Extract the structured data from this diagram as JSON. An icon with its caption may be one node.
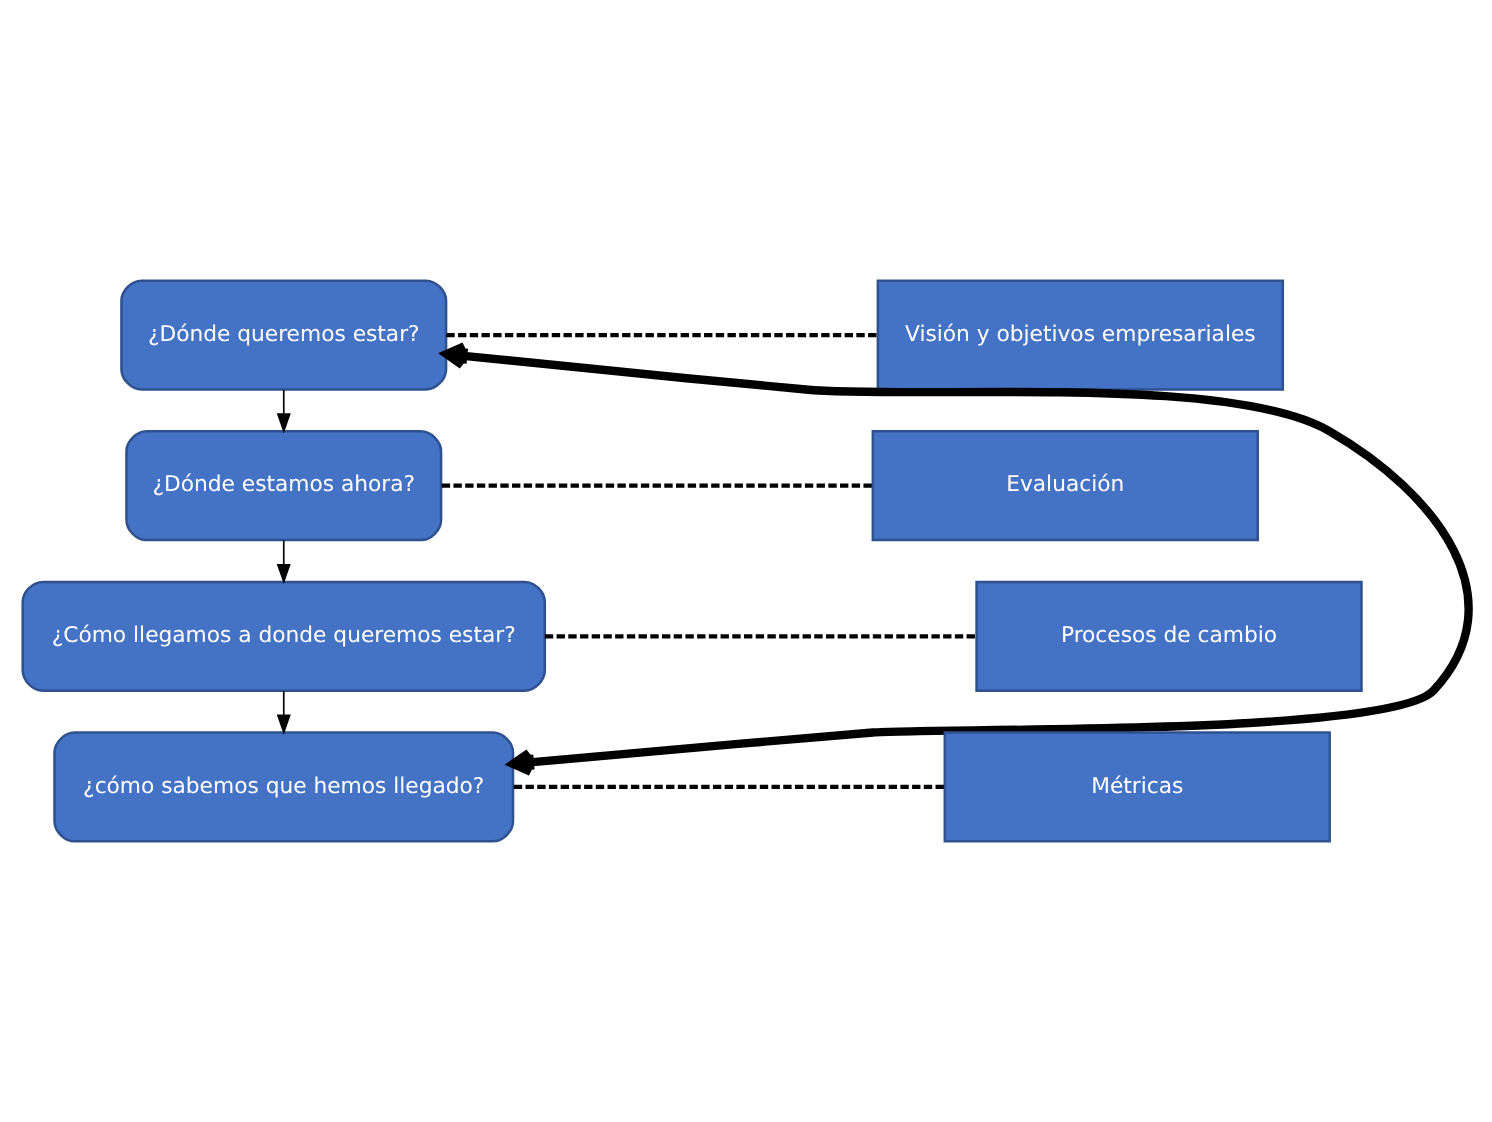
{
  "diagram": {
    "nodes": [
      {
        "text": [
          "¿Dónde queremos estar?"
        ]
      },
      {
        "text": [
          "¿Dónde estamos ahora?"
        ]
      },
      {
        "text": [
          "¿Cómo llegamos a donde queremos estar?"
        ]
      },
      {
        "text": [
          "¿cómo sabemos que hemos llegado?"
        ]
      },
      {
        "text": [
          "Visión y objetivos empresariales"
        ]
      },
      {
        "text": [
          "Evaluación"
        ]
      },
      {
        "text": [
          "Procesos de cambio"
        ]
      },
      {
        "text": [
          "Métricas"
        ]
      }
    ],
    "edges": [
      {
        "from": 0,
        "to": 1,
        "arrow": "to"
      },
      {
        "from": 1,
        "to": 2,
        "arrow": "to"
      },
      {
        "from": 2,
        "to": 3,
        "arrow": "to"
      },
      {
        "from": 3,
        "to": 0,
        "arrow": "both",
        "style": "thick"
      },
      {
        "from": 0,
        "to": 4,
        "arrow": "none",
        "style": "dashed"
      },
      {
        "from": 1,
        "to": 5,
        "arrow": "none",
        "style": "dashed"
      },
      {
        "from": 2,
        "to": 6,
        "arrow": "none",
        "style": "dashed"
      },
      {
        "from": 3,
        "to": 7,
        "arrow": "none",
        "style": "dashed"
      }
    ]
  }
}
